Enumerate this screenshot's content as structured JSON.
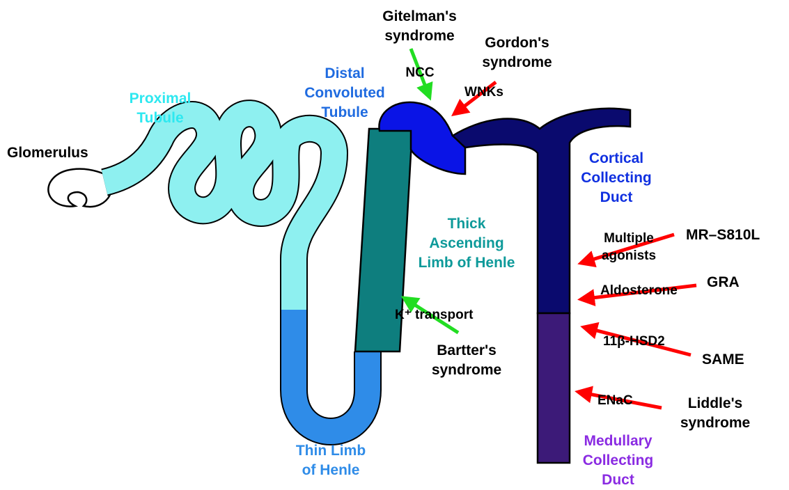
{
  "segments": {
    "glomerulus": "Glomerulus",
    "proximal": "Proximal\nTubule",
    "thin_limb": "Thin Limb\nof Henle",
    "thick_limb": "Thick\nAscending\nLimb of Henle",
    "distal": "Distal\nConvoluted\nTubule",
    "cortical": "Cortical\nCollecting\nDuct",
    "medullary": "Medullary\nCollecting\nDuct"
  },
  "transporters": {
    "ncc": "NCC",
    "wnks": "WNKs",
    "k_transport": "K⁺ transport",
    "multiple_agonists": "Multiple\nagonists",
    "aldosterone": "Aldosterone",
    "hsd2": "11β-HSD2",
    "enac": "ENaC"
  },
  "syndromes": {
    "gitelman": "Gitelman's\nsyndrome",
    "gordon": "Gordon's\nsyndrome",
    "bartter": "Bartter's\nsyndrome",
    "mr_s810l": "MR–S810L",
    "gra": "GRA",
    "same": "SAME",
    "liddle": "Liddle's\nsyndrome"
  },
  "colors": {
    "proximal": "#8ef0f0",
    "thin_limb": "#2f8ce8",
    "thick_limb": "#0e7e7e",
    "distal": "#0a14e6",
    "cortical": "#0a0a6e",
    "medullary": "#3c1a78",
    "label_proximal": "#2ee8f0",
    "label_thin": "#2f8ce8",
    "label_thick": "#0e9a9a",
    "label_distal": "#1f6be0",
    "label_cortical": "#1030e0",
    "label_medullary": "#8a2be2",
    "arrow_red": "#ff0000",
    "arrow_green": "#22dd22"
  }
}
